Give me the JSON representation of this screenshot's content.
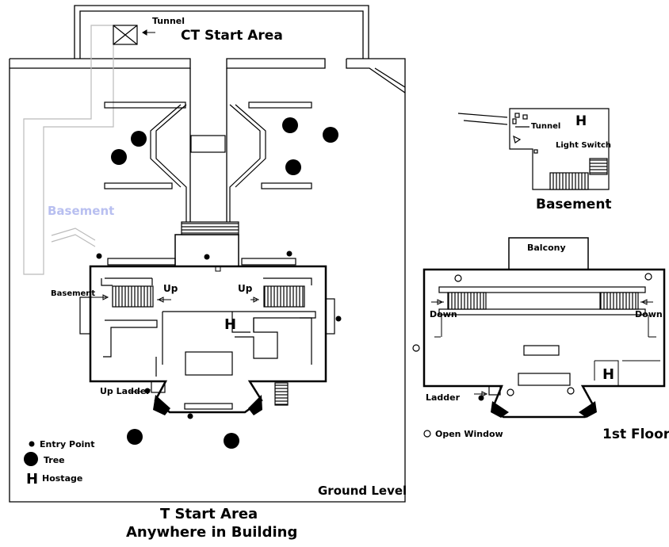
{
  "labels": {
    "tunnel": "Tunnel",
    "ct_start": "CT Start Area",
    "basement_faded": "Basement",
    "basement_left": "Basement",
    "up_left": "Up",
    "up_right": "Up",
    "hostage_ground": "H",
    "up_ladder": "Up Ladder",
    "ground_level": "Ground Level",
    "t_start_line1": "T Start Area",
    "t_start_line2": "Anywhere in Building"
  },
  "legend": {
    "entry_point": "Entry Point",
    "tree": "Tree",
    "hostage_symbol": "H",
    "hostage": "Hostage",
    "open_window": "Open Window"
  },
  "basement_map": {
    "tunnel": "Tunnel",
    "hostage": "H",
    "light_switch": "Light Switch",
    "title": "Basement"
  },
  "first_floor_map": {
    "balcony": "Balcony",
    "down_left": "Down",
    "down_right": "Down",
    "hostage": "H",
    "ladder": "Ladder",
    "title": "1st Floor"
  },
  "colors": {
    "line": "#000000",
    "faded_label": "#b8bff0",
    "faded_path": "#bbbbbb"
  }
}
